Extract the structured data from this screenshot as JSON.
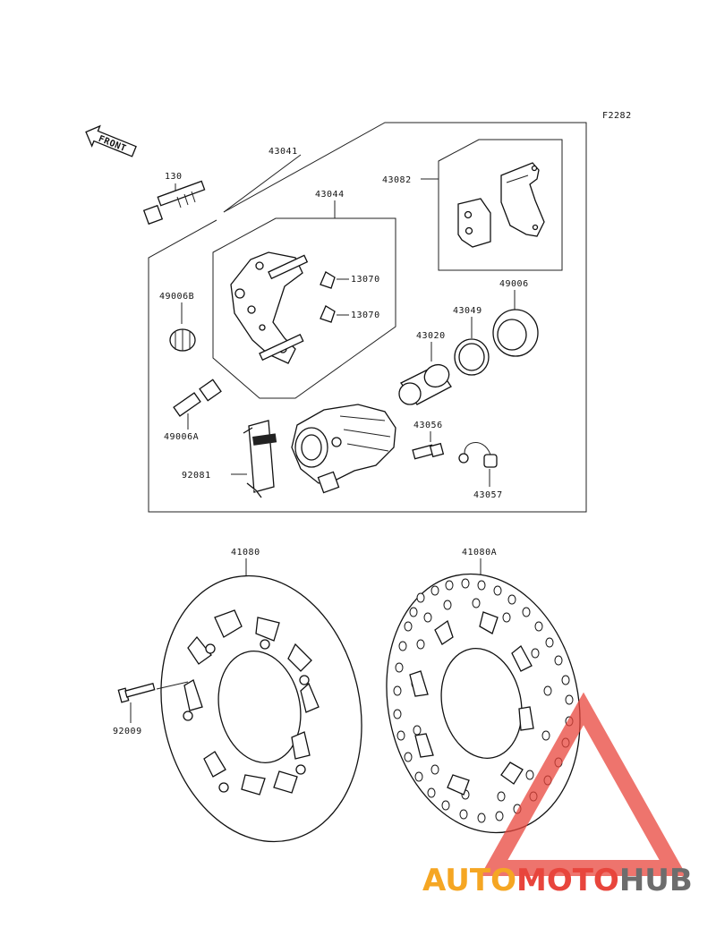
{
  "figure_code": "F2282",
  "front_label": "FRONT",
  "callouts": {
    "p43041": "43041",
    "p130": "130",
    "p43044": "43044",
    "p43082": "43082",
    "p13070a": "13070",
    "p13070b": "13070",
    "p49006b": "49006B",
    "p49006": "49006",
    "p43049": "43049",
    "p43020": "43020",
    "p49006a": "49006A",
    "p43056": "43056",
    "p92081": "92081",
    "p43057": "43057",
    "p41080": "41080",
    "p41080a": "41080A",
    "p92009": "92009"
  },
  "watermark": {
    "word_part1": "AUTO",
    "word_part2": "MOTO",
    "word_part3": "HUB",
    "color_orange": "#f5a623",
    "color_red": "#e8453c",
    "color_gray": "#6d6d6d"
  }
}
